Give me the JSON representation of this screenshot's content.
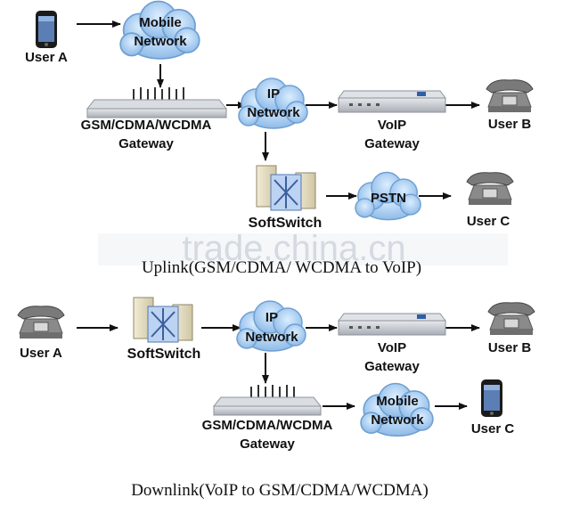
{
  "uplink": {
    "user_a": "User A",
    "mobile_network": [
      "Mobile",
      "Network"
    ],
    "gsm_gateway": [
      "GSM/CDMA/WCDMA",
      "Gateway"
    ],
    "ip_network": [
      "IP",
      "Network"
    ],
    "voip_gateway": [
      "VoIP",
      "Gateway"
    ],
    "user_b": "User B",
    "softswitch": "SoftSwitch",
    "pstn": "PSTN",
    "user_c": "User C",
    "caption": "Uplink(GSM/CDMA/ WCDMA to VoIP)"
  },
  "downlink": {
    "user_a": "User A",
    "softswitch": "SoftSwitch",
    "ip_network": [
      "IP",
      "Network"
    ],
    "voip_gateway": [
      "VoIP",
      "Gateway"
    ],
    "user_b": "User B",
    "gsm_gateway": [
      "GSM/CDMA/WCDMA",
      "Gateway"
    ],
    "mobile_network": [
      "Mobile",
      "Network"
    ],
    "user_c": "User C",
    "caption": "Downlink(VoIP to GSM/CDMA/WCDMA)"
  },
  "watermark": "trade.china.cn",
  "colors": {
    "cloud_fill": "#a9cdf0",
    "cloud_edge": "#6f9fd2",
    "device_grey": "#c8ccd2",
    "arrow": "#111111"
  },
  "icons": [
    "mobile-phone-icon",
    "cloud-icon",
    "gateway-icon",
    "desk-phone-icon",
    "softswitch-icon"
  ]
}
